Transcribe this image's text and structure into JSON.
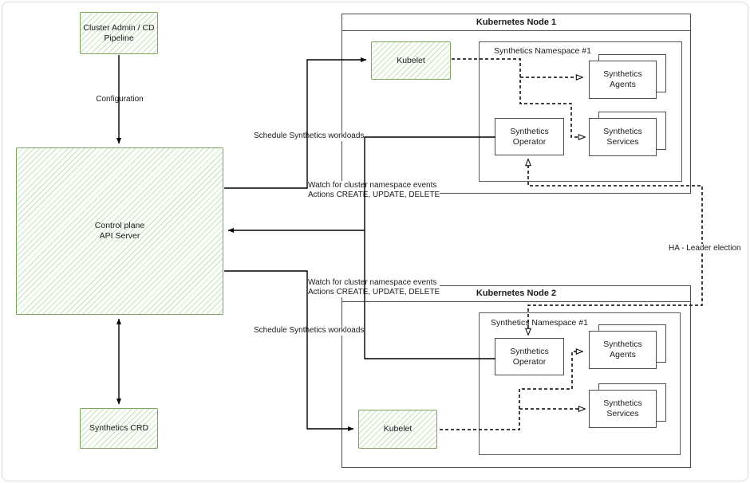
{
  "colors": {
    "green_border": "#7ca55f",
    "green_hatch": "#a6c98f",
    "box_border": "#4d4d4d",
    "line": "#000000",
    "canvas_border": "#d9d9d9"
  },
  "cluster_admin": {
    "line1": "Cluster Admin / CD",
    "line2": "Pipeline"
  },
  "control_plane": {
    "line1": "Control plane",
    "line2": "API Server"
  },
  "synthetics_crd": {
    "label": "Synthetics CRD"
  },
  "edge_labels": {
    "configuration": "Configuration",
    "schedule_node1": "Schedule Synthetics workloads",
    "watch_node1_line1": "Watch for cluster namespace events",
    "watch_node1_line2": "Actions CREATE, UPDATE, DELETE",
    "watch_node2_line1": "Watch for cluster namespace events",
    "watch_node2_line2": "Actions CREATE, UPDATE, DELETE",
    "schedule_node2": "Schedule Synthetics workloads",
    "ha_leader_election": "HA - Leader election"
  },
  "node1": {
    "title": "Kubernetes Node 1",
    "kubelet": "Kubelet",
    "namespace": "Synthetics Namespace #1",
    "operator": {
      "line1": "Synthetics",
      "line2": "Operator"
    },
    "agents": "Synthetics Agents",
    "services": {
      "line1": "Synthetics",
      "line2": "Services"
    }
  },
  "node2": {
    "title": "Kubernetes Node 2",
    "kubelet": "Kubelet",
    "namespace": "Synthetics Namespace #1",
    "operator": {
      "line1": "Synthetics",
      "line2": "Operator"
    },
    "agents": "Synthetics Agents",
    "services": {
      "line1": "Synthetics",
      "line2": "Services"
    }
  }
}
